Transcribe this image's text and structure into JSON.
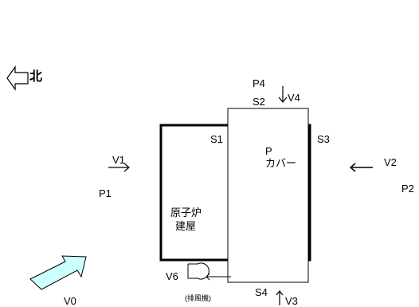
{
  "compass": {
    "label": "北",
    "icon": "arrow-left-outline-icon"
  },
  "building": {
    "line1": "原子炉",
    "line2": "建屋"
  },
  "cover": {
    "line1": "P",
    "line2": "カバー"
  },
  "surfaces": {
    "s1": "S1",
    "s2": "S2",
    "s3": "S3",
    "s4": "S4"
  },
  "pressures": {
    "p1": "P1",
    "p2": "P2",
    "p4": "P4"
  },
  "velocities": {
    "v0": "V0",
    "v1": "V1",
    "v2": "V2",
    "v3": "V3",
    "v4": "V4",
    "v6": "V6"
  },
  "exhaust_fan": {
    "label": "(排風機)",
    "icon": "exhaust-fan-icon"
  },
  "colors": {
    "wind_arrow_fill": "#CCFFFF",
    "line": "#000000"
  }
}
